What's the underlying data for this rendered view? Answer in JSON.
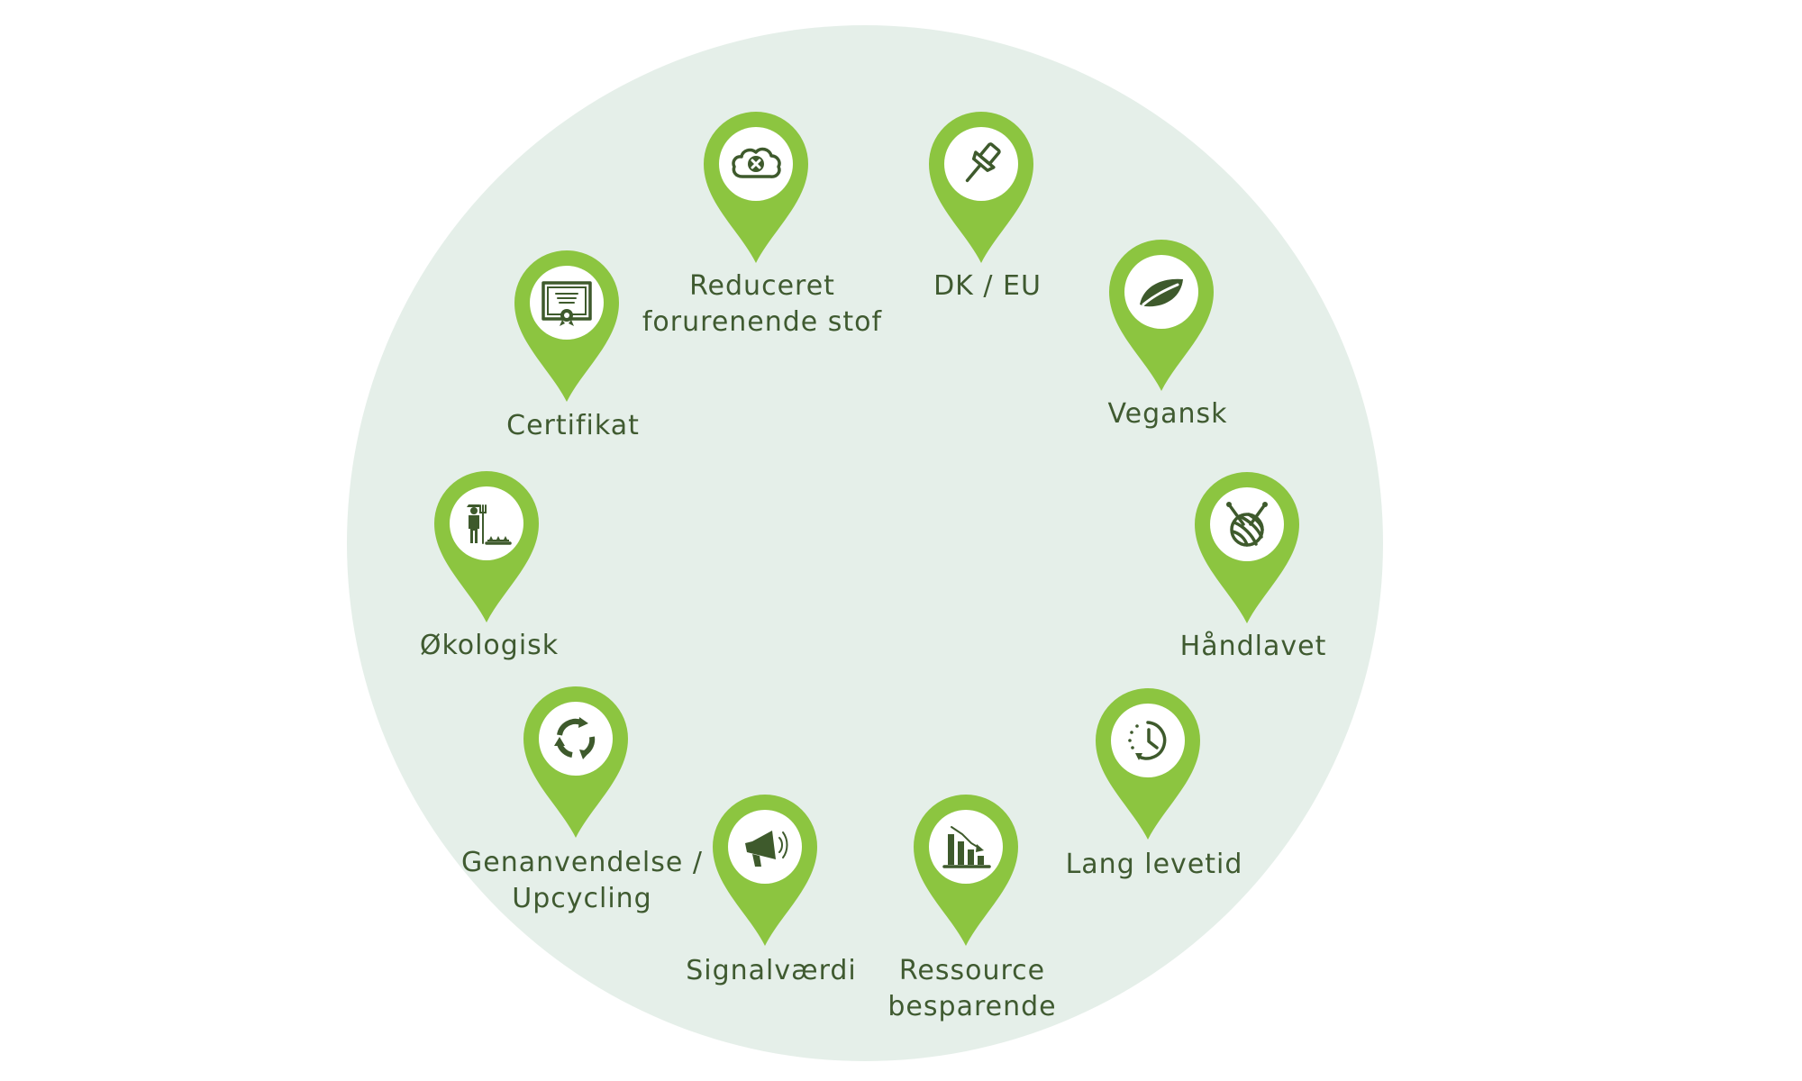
{
  "colors": {
    "background_circle": "#e5efe9",
    "pin_fill": "#8cc540",
    "pin_inner": "#ffffff",
    "icon": "#3e5a2c",
    "label": "#3f5a30"
  },
  "items": [
    {
      "id": "reduceret",
      "icon": "cloud-x-icon",
      "label": "Reduceret\nforurenende stof"
    },
    {
      "id": "dk-eu",
      "icon": "pushpin-icon",
      "label": "DK / EU"
    },
    {
      "id": "vegansk",
      "icon": "leaf-icon",
      "label": "Vegansk"
    },
    {
      "id": "haandlavet",
      "icon": "yarn-ball-icon",
      "label": "Håndlavet"
    },
    {
      "id": "lang-levetid",
      "icon": "clock-history-icon",
      "label": "Lang levetid"
    },
    {
      "id": "ressource",
      "icon": "bar-chart-decline-icon",
      "label": "Ressource\nbesparende"
    },
    {
      "id": "signalvaerdi",
      "icon": "megaphone-icon",
      "label": "Signalværdi"
    },
    {
      "id": "genanvendelse",
      "icon": "recycle-arrows-icon",
      "label": "Genanvendelse /\nUpcycling"
    },
    {
      "id": "oekologisk",
      "icon": "farmer-icon",
      "label": "Økologisk"
    },
    {
      "id": "certifikat",
      "icon": "certificate-icon",
      "label": "Certifikat"
    }
  ]
}
